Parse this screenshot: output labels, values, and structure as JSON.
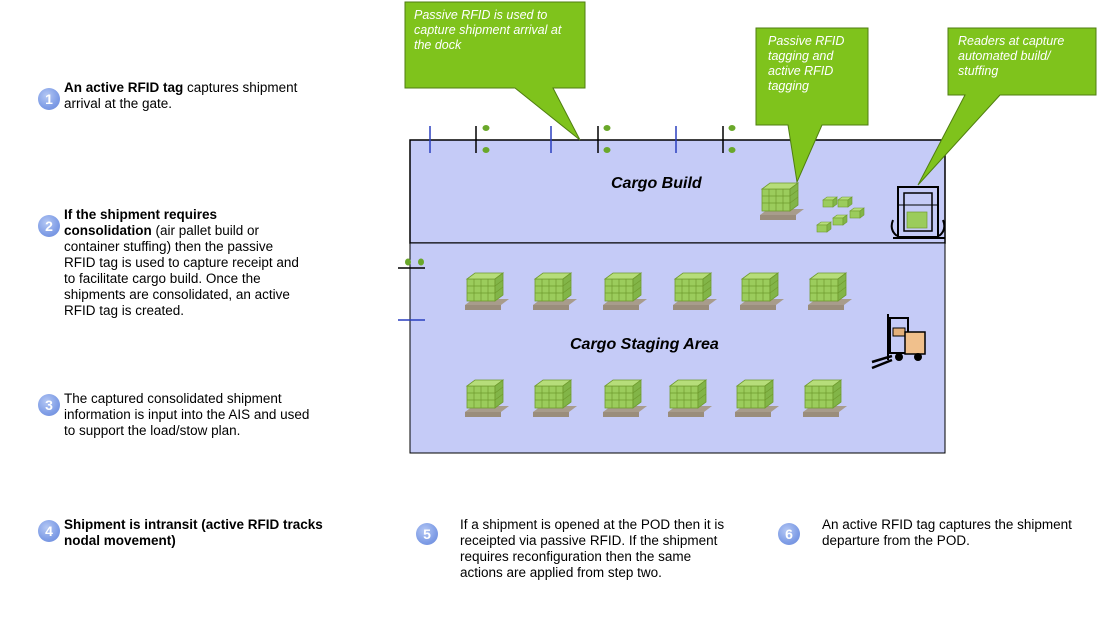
{
  "steps": [
    {
      "num": "1",
      "bold": "An active RFID tag",
      "text": " captures shipment arrival at the gate."
    },
    {
      "num": "2",
      "bold": "If the shipment requires consolidation",
      "text": " (air pallet build or container stuffing) then the passive RFID tag is used to capture receipt and to facilitate cargo build.  Once the shipments are consolidated, an active RFID tag is created."
    },
    {
      "num": "3",
      "bold": "",
      "text": "The captured consolidated shipment information is input into the AIS and used to support the load/stow plan."
    },
    {
      "num": "4",
      "bold": "Shipment is intransit (active RFID tracks nodal movement)",
      "text": ""
    },
    {
      "num": "5",
      "bold": "",
      "text": "If a shipment is opened at the POD then it is receipted via passive RFID. If the shipment requires reconfiguration then the same actions are applied from step two."
    },
    {
      "num": "6",
      "bold": "",
      "text": "An active RFID tag captures the shipment departure from the POD."
    }
  ],
  "callouts": [
    {
      "text": "Passive RFID is used to capture shipment arrival at the dock"
    },
    {
      "text": "Passive RFID tagging and active RFID tagging"
    },
    {
      "text": "Readers at capture automated build/ stuffing"
    }
  ],
  "areas": {
    "cargo_build": "Cargo Build",
    "staging": "Cargo Staging Area"
  },
  "colors": {
    "area_fill": "#c5cbf7",
    "callout_fill": "#7fc31c",
    "pallet_green": "#9bcc5c",
    "pallet_wood": "#a89c8c",
    "badge_blue": "#7f9de6"
  }
}
